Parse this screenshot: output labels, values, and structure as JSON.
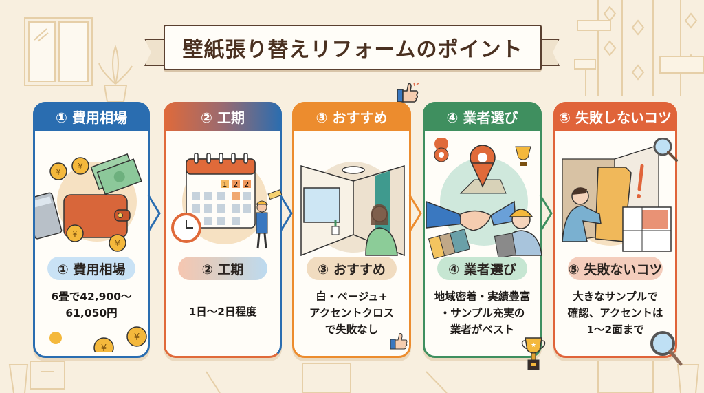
{
  "title": "壁紙張り替えリフォームのポイント",
  "colors": {
    "background": "#f8efdf",
    "card1": "#2a6db0",
    "card2_start": "#e06a3a",
    "card2_end": "#2a6db0",
    "card3": "#ec8c2e",
    "card4": "#3f8f5f",
    "card5": "#e0643a"
  },
  "cards": [
    {
      "header": "① 費用相場",
      "icon": "wallet-coins-calculator-icon",
      "pill": "① 費用相場",
      "description": "6畳で42,900〜\n61,050円"
    },
    {
      "header": "② 工期",
      "icon": "calendar-clock-worker-icon",
      "pill": "② 工期",
      "description": "1日〜2日程度"
    },
    {
      "header": "③ おすすめ",
      "icon": "room-accent-wall-woman-icon",
      "pill": "③ おすすめ",
      "description": "白・ベージュ+\nアクセントクロス\nで失敗なし"
    },
    {
      "header": "④ 業者選び",
      "icon": "handshake-location-trophy-icon",
      "pill": "④ 業者選び",
      "description": "地域密着・実績豊富\n・サンプル充実の\n業者がベスト"
    },
    {
      "header": "⑤ 失敗しないコツ",
      "icon": "wallpaper-sample-magnifier-icon",
      "pill": "⑤ 失敗ないコツ",
      "description": "大きなサンプルで\n確認、アクセントは\n1〜2面まで"
    }
  ]
}
